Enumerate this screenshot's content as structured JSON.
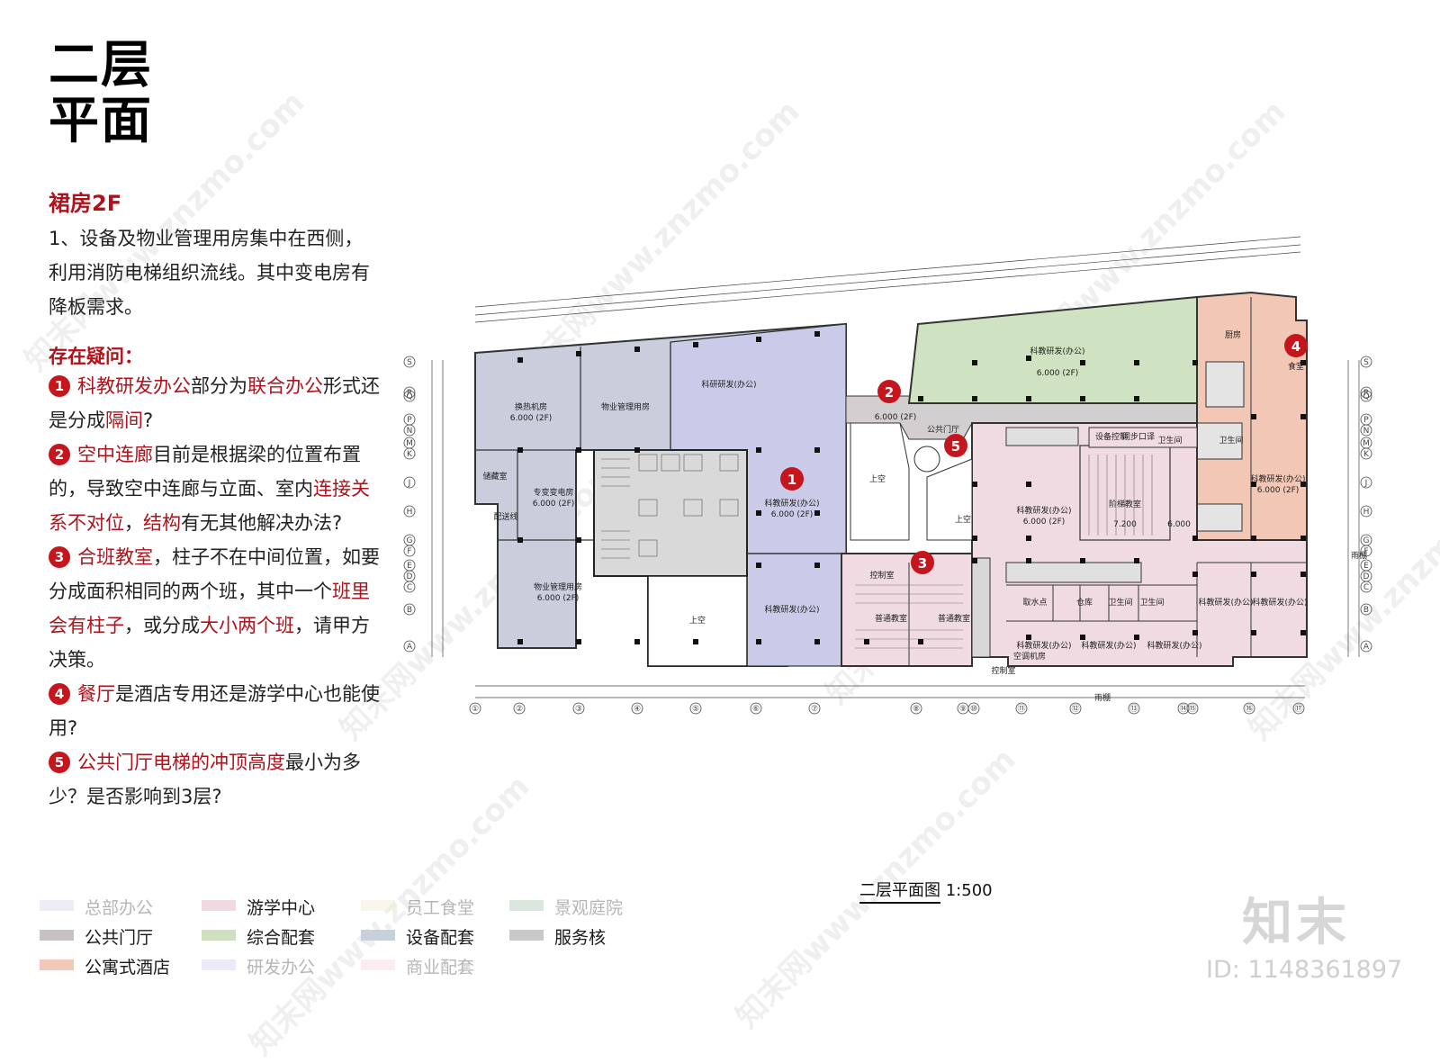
{
  "title": {
    "line1": "二层",
    "line2": "平面"
  },
  "subhead": "裙房2F",
  "intro": "1、设备及物业管理用房集中在西侧，利用消防电梯组织流线。其中变电房有降板需求。",
  "questions_heading": "存在疑问：",
  "questions": [
    {
      "num": "1",
      "parts": [
        {
          "t": "科教研发办公",
          "h": true
        },
        {
          "t": "部分为",
          "h": false
        },
        {
          "t": "联合办公",
          "h": true
        },
        {
          "t": "形式还是分成",
          "h": false
        },
        {
          "t": "隔间",
          "h": true
        },
        {
          "t": "?",
          "h": false
        }
      ]
    },
    {
      "num": "2",
      "parts": [
        {
          "t": "空中连廊",
          "h": true
        },
        {
          "t": "目前是根据梁的位置布置的，导致空中连廊与立面、室内",
          "h": false
        },
        {
          "t": "连接关系不对位",
          "h": true
        },
        {
          "t": "，",
          "h": false
        },
        {
          "t": "结构",
          "h": true
        },
        {
          "t": "有无其他解决办法?",
          "h": false
        }
      ]
    },
    {
      "num": "3",
      "parts": [
        {
          "t": "合班教室",
          "h": true
        },
        {
          "t": "，柱子不在中间位置，如要分成面积相同的两个班，其中一个",
          "h": false
        },
        {
          "t": "班里会有柱子",
          "h": true
        },
        {
          "t": "，或分成",
          "h": false
        },
        {
          "t": "大小两个班",
          "h": true
        },
        {
          "t": "，请甲方决策。",
          "h": false
        }
      ]
    },
    {
      "num": "4",
      "parts": [
        {
          "t": "餐厅",
          "h": true
        },
        {
          "t": "是酒店专用还是游学中心也能使用?",
          "h": false
        }
      ]
    },
    {
      "num": "5",
      "parts": [
        {
          "t": "公共门厅电梯的冲顶高度",
          "h": true
        },
        {
          "t": "最小为多少？是否影响到3层?",
          "h": false
        }
      ]
    }
  ],
  "plan": {
    "caption": "二层平面图",
    "scale": "1:500",
    "rooms": {
      "r1": "换热机房",
      "r1b": "6.000 (2F)",
      "r2": "物业管理用房",
      "r3": "科研研发(办公)",
      "r4": "储藏室",
      "r5": "专变变电房",
      "r5b": "6.000 (2F)",
      "r6": "科教研发(办公)",
      "r6b": "6.000 (2F)",
      "r7": "物业管理用房",
      "r7b": "6.000 (2F)",
      "r8": "上空",
      "r9": "科教研发(办公)",
      "r10": "上空",
      "r11": "6.000 (2F)",
      "r12": "科教研发(办公)",
      "r12b": "6.000 (2F)",
      "r13": "厨房",
      "r14": "食堂",
      "r15": "公共门厅",
      "r16": "上空",
      "r17": "科教研发(办公)",
      "r17b": "6.000 (2F)",
      "r18": "阶梯教室",
      "r18b": "7.200",
      "r18c": "6.000",
      "r19": "设备控制",
      "r20": "同步口译",
      "r21": "卫生间",
      "r22": "卫生间",
      "r23": "科教研发(办公)",
      "r23b": "6.000 (2F)",
      "r24": "控制室",
      "r25": "普通教室",
      "r26": "普通教室",
      "r27": "取水点",
      "r28": "仓库",
      "r29": "卫生间",
      "r30": "卫生间",
      "r31": "科教研发(办公)",
      "r32": "科教研发(办公)",
      "r33": "科教研发(办公)",
      "r34": "科教研发(办公)",
      "r35": "科教研发(办公)",
      "r36": "空调机房",
      "r37": "控制室",
      "r38": "雨棚",
      "r39": "雨棚",
      "r40": "配送线"
    },
    "markers": [
      "1",
      "2",
      "3",
      "4",
      "5"
    ],
    "col_axes": [
      "①",
      "②",
      "③",
      "④",
      "⑤",
      "⑥",
      "⑦",
      "⑧",
      "⑨",
      "⑩",
      "⑪",
      "⑫",
      "⑬",
      "⑭",
      "⑮",
      "⑯",
      "⑰"
    ],
    "row_axes": [
      "A",
      "B",
      "C",
      "D",
      "E",
      "F",
      "G",
      "H",
      "J",
      "K",
      "M",
      "N",
      "P",
      "Q",
      "R",
      "S"
    ]
  },
  "legend": [
    {
      "label": "总部办公",
      "color": "#c5c9e6",
      "faded": true
    },
    {
      "label": "游学中心",
      "color": "#f0d9e2",
      "faded": false
    },
    {
      "label": "员工食堂",
      "color": "#efe6c8",
      "faded": true
    },
    {
      "label": "景观庭院",
      "color": "#8fb49a",
      "faded": true
    },
    {
      "label": "公共门厅",
      "color": "#c8c0c4",
      "faded": false
    },
    {
      "label": "综合配套",
      "color": "#cfe0c2",
      "faded": false
    },
    {
      "label": "设备配套",
      "color": "#c8d0dc",
      "faded": false
    },
    {
      "label": "服务核",
      "color": "#c9c9c9",
      "faded": false
    },
    {
      "label": "公寓式酒店",
      "color": "#f1c7b8",
      "faded": false
    },
    {
      "label": "研发办公",
      "color": "#cbbde3",
      "faded": true
    },
    {
      "label": "商业配套",
      "color": "#f3c9cf",
      "faded": true
    }
  ],
  "brand": "知末",
  "id": "ID: 1148361897",
  "watermark": "知末网www.znzmo.com"
}
